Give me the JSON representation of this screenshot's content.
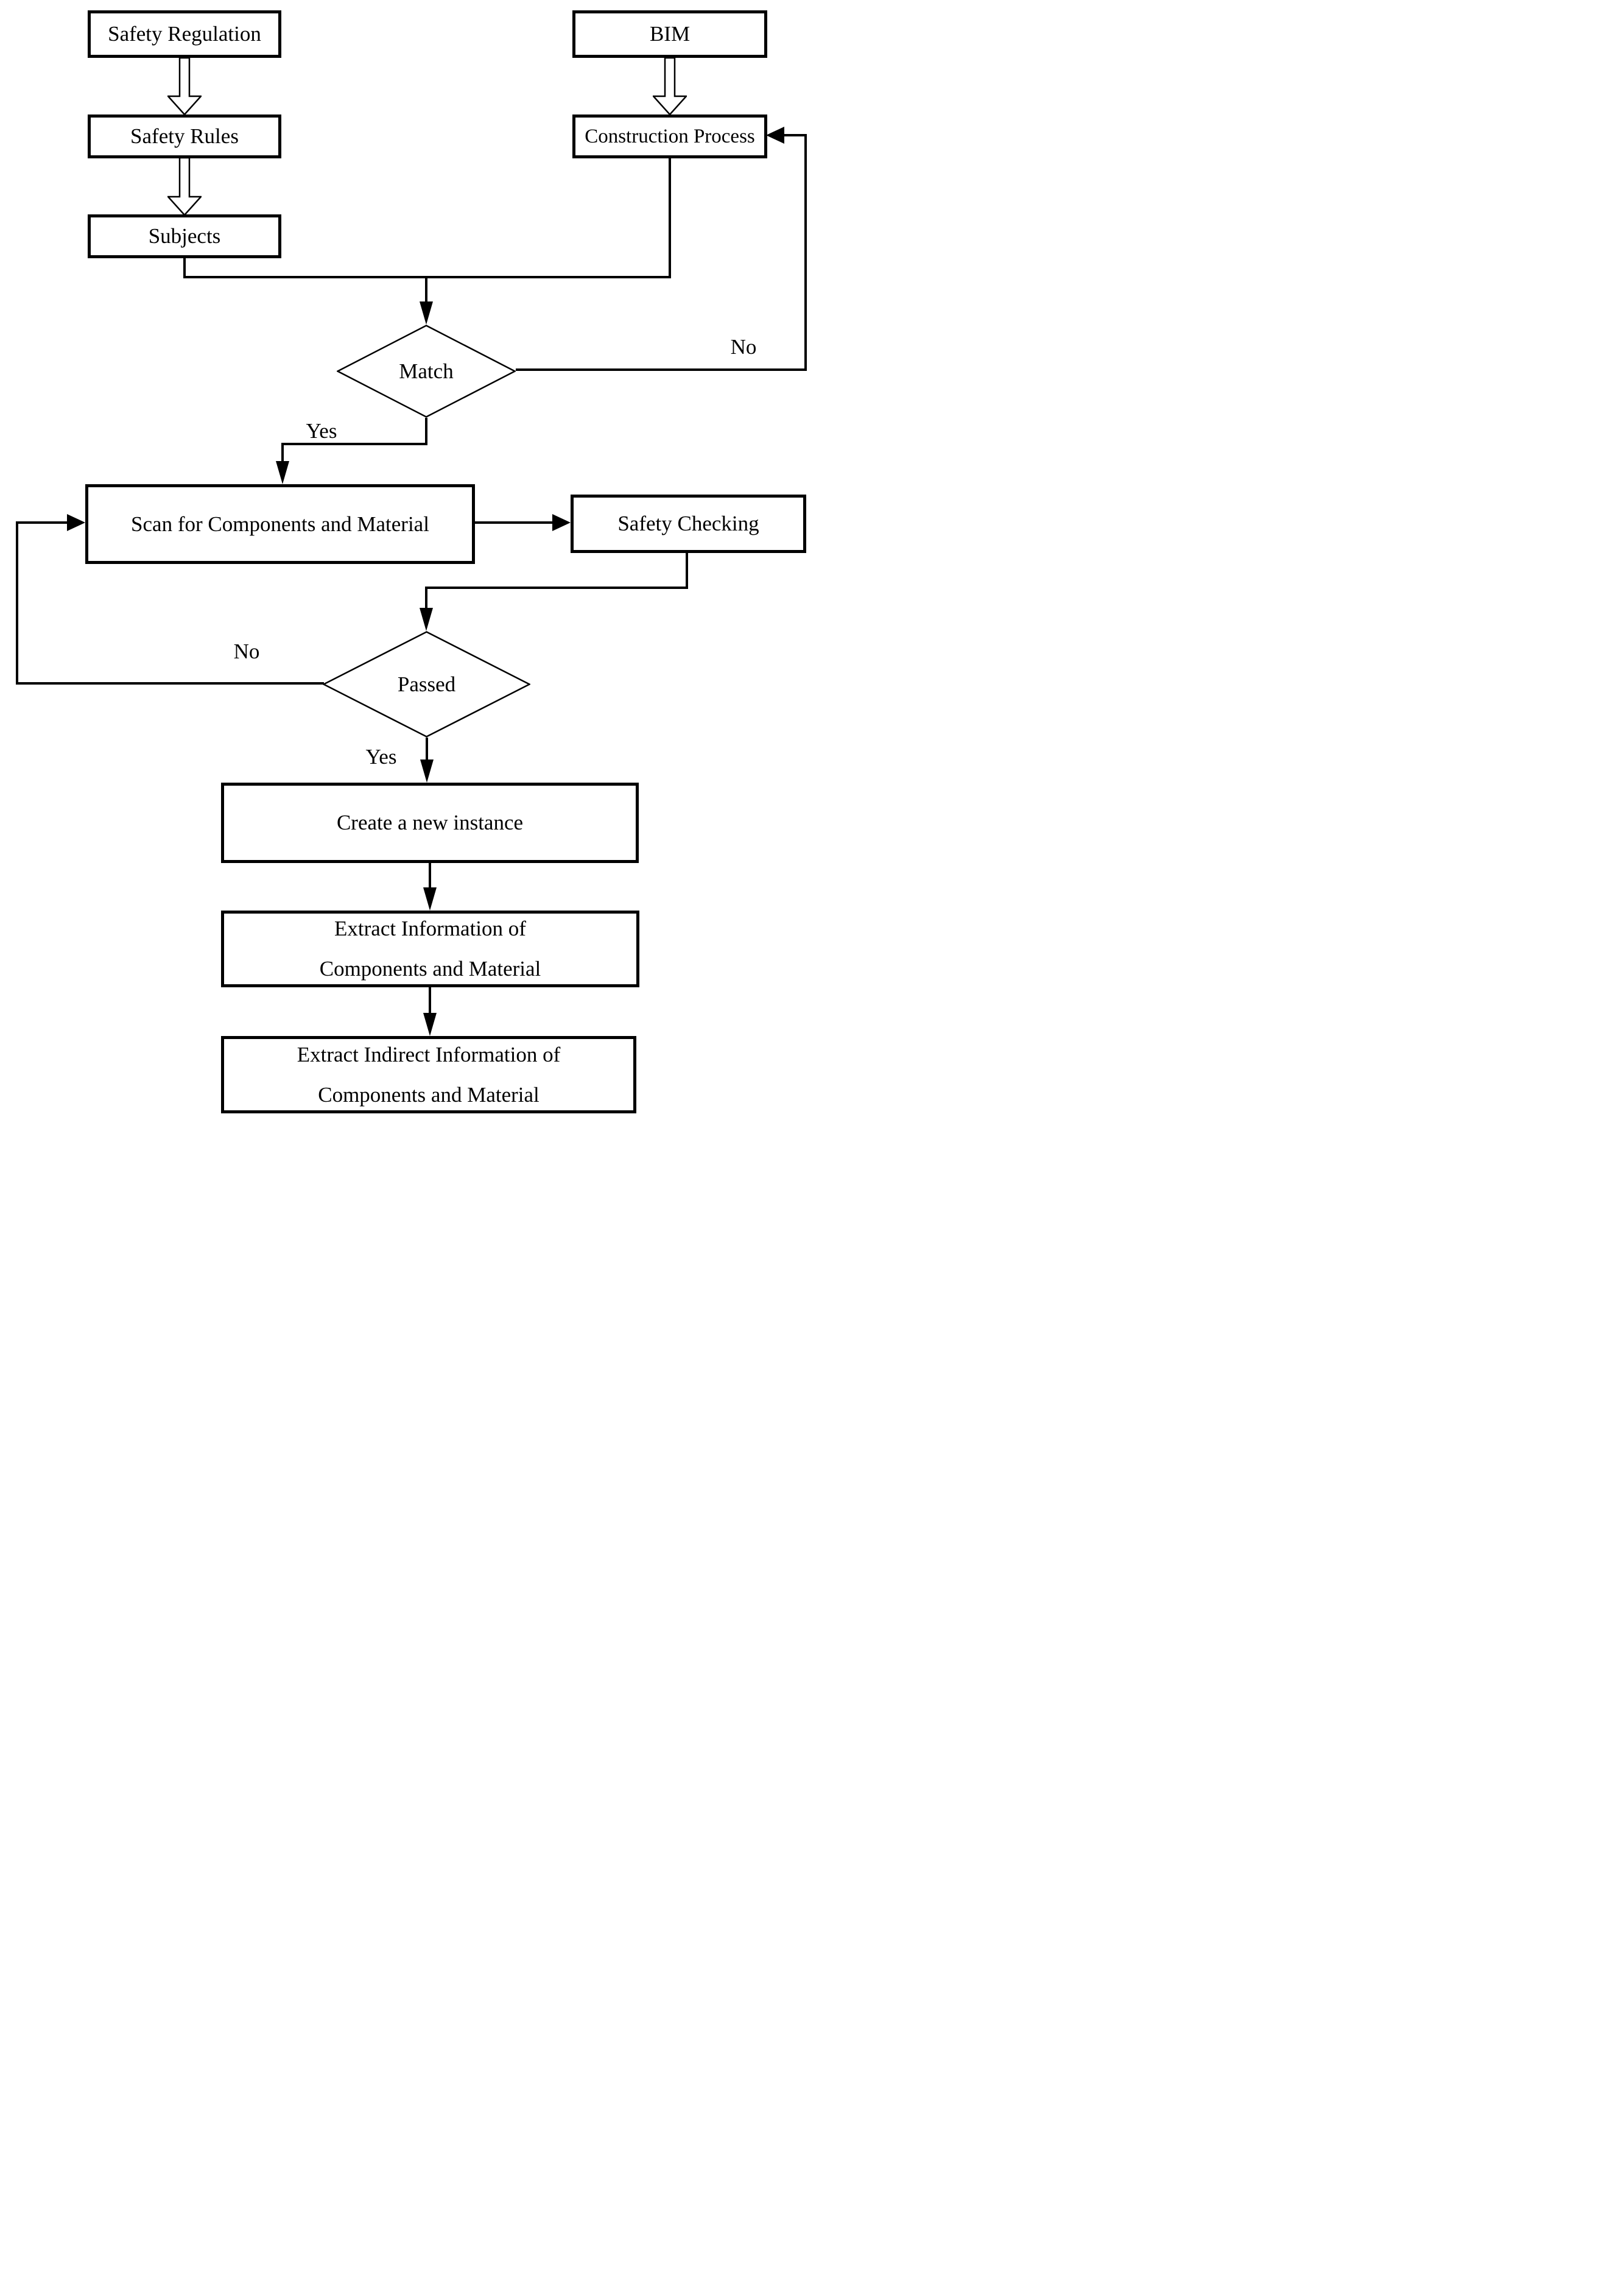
{
  "diagram": {
    "background": "#ffffff",
    "line_color": "#000000",
    "nodes": {
      "safety_regulation": "Safety Regulation",
      "safety_rules": "Safety Rules",
      "subjects": "Subjects",
      "bim": "BIM",
      "construction_process": "Construction Process",
      "match": "Match",
      "scan": "Scan for Components and Material",
      "safety_checking": "Safety Checking",
      "passed": "Passed",
      "create_instance": "Create a new instance",
      "extract_info": {
        "line1": "Extract Information of",
        "line2": "Components and Material"
      },
      "extract_indirect": {
        "line1": "Extract Indirect Information of",
        "line2": "Components and Material"
      }
    },
    "labels": {
      "match_no": "No",
      "match_yes": "Yes",
      "passed_no": "No",
      "passed_yes": "Yes"
    }
  }
}
